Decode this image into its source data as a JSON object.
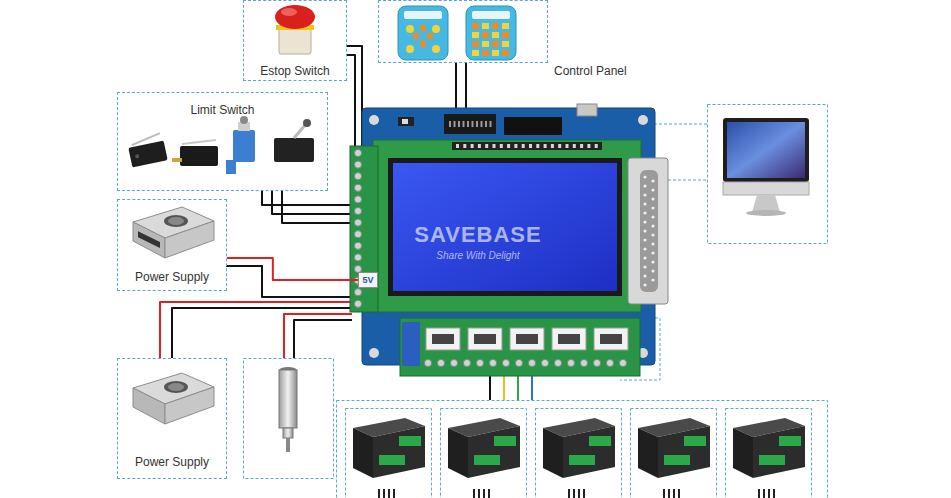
{
  "diagram": {
    "nodes": [
      {
        "text": [
          "Estop Switch"
        ]
      },
      {
        "text": [
          "Control Panel"
        ]
      },
      {
        "text": [
          "Limit Switch"
        ]
      },
      {
        "text": [
          "Power Supply"
        ]
      },
      {
        "text": [
          "5V"
        ]
      },
      {
        "text": [
          "Power Supply"
        ]
      }
    ],
    "edges": [
      {
        "from": 3,
        "to": 4,
        "arrow": "none"
      }
    ],
    "labels": [
      "SAVEBASE",
      "Share With Delight"
    ]
  }
}
